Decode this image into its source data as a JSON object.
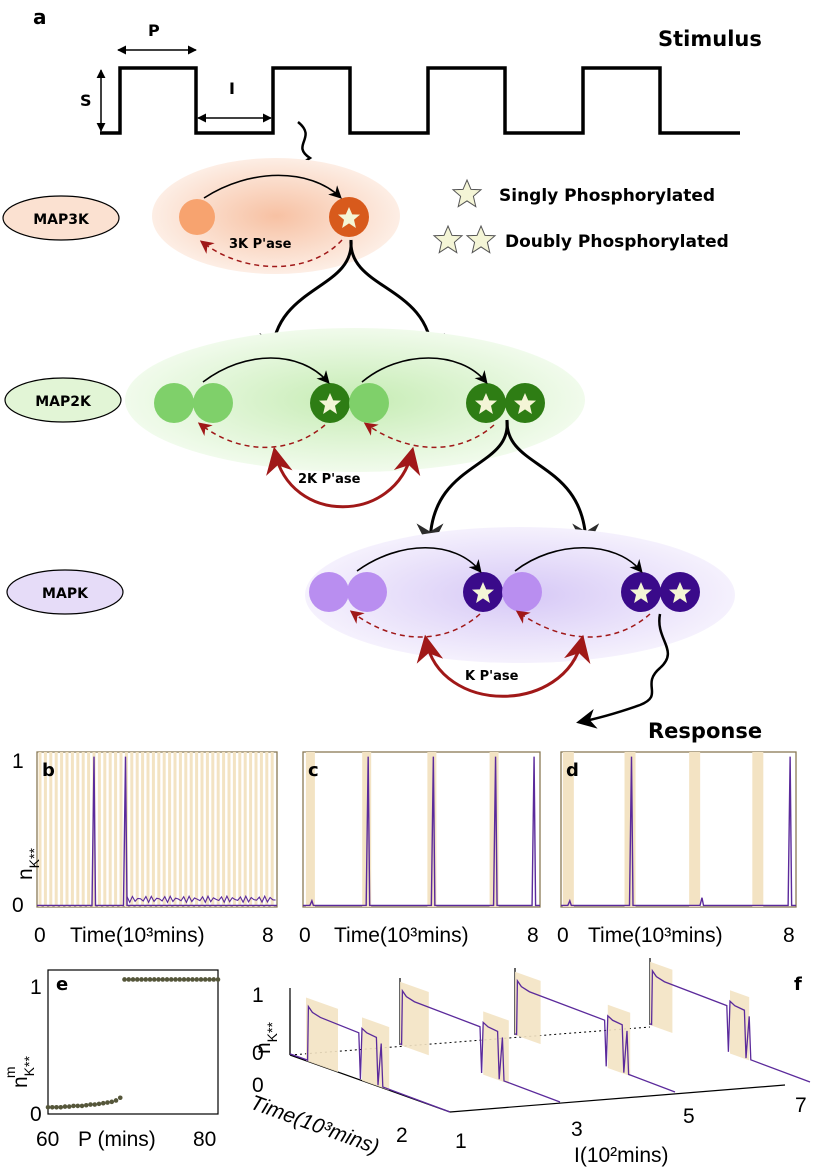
{
  "panel_a": {
    "label": "a",
    "stimulus_title": "Stimulus",
    "param_p": "P",
    "param_i": "I",
    "param_s": "S",
    "tiers": [
      {
        "name": "MAP3K",
        "color": "#f9dccb"
      },
      {
        "name": "MAP2K",
        "color": "#d9f2cc"
      },
      {
        "name": "MAPK",
        "color": "#e4dcf5"
      }
    ],
    "phosphatases": [
      "3K P'ase",
      "2K P'ase",
      "K P'ase"
    ],
    "legend": {
      "singly": "Singly Phosphorylated",
      "doubly": "Doubly Phosphorylated"
    },
    "response_label": "Response",
    "colors": {
      "map3k_light": "#f7a36f",
      "map3k_dark": "#d85a1c",
      "map2k_light": "#7fd06a",
      "map2k_dark": "#2e7d14",
      "mapk_light": "#b98ef0",
      "mapk_dark": "#3a0a8a",
      "dephos": "#a01818",
      "star": "#f4f5d6"
    }
  },
  "panel_b": {
    "label": "b",
    "ytick_top": "1",
    "ytick_bottom": "0",
    "xtick_left": "0",
    "xtick_right": "8",
    "xlabel": "Time(10³mins)"
  },
  "panel_c": {
    "label": "c",
    "xtick_left": "0",
    "xtick_right": "8",
    "xlabel": "Time(10³mins)"
  },
  "panel_d": {
    "label": "d",
    "xtick_left": "0",
    "xtick_right": "8",
    "xlabel": "Time(10³mins)"
  },
  "panel_e": {
    "label": "e",
    "ytick_top": "1",
    "ytick_bottom": "0",
    "xtick_left": "60",
    "xtick_right": "80",
    "xlabel": "P (mins)"
  },
  "panel_f": {
    "label": "f",
    "ytick_top": "1",
    "ytick_bottom": "0",
    "time_tick_0": "0",
    "time_tick_2": "2",
    "time_label": "Time(10³mins)",
    "i_ticks": [
      "1",
      "3",
      "5",
      "7"
    ],
    "i_label": "I(10²mins)"
  },
  "chart_data": [
    {
      "panel": "e",
      "type": "scatter",
      "xlabel": "P (mins)",
      "ylabel": "n^m_K**",
      "xlim": [
        60,
        80
      ],
      "ylim": [
        0,
        1
      ],
      "series": [
        {
          "values_x": [
            60,
            60.5,
            61,
            61.5,
            62,
            62.5,
            63,
            63.5,
            64,
            64.5,
            65,
            65.5,
            66,
            66.5,
            67,
            67.5,
            68,
            68.5,
            69,
            69.5,
            70,
            70.5,
            71,
            71.5,
            72,
            72.5,
            73,
            73.5,
            74,
            74.5,
            75,
            75.5,
            76,
            76.5,
            77,
            77.5,
            78,
            78.5,
            79,
            79.5,
            80
          ],
          "values_y": [
            0.02,
            0.02,
            0.02,
            0.02,
            0.025,
            0.025,
            0.03,
            0.03,
            0.03,
            0.035,
            0.04,
            0.04,
            0.045,
            0.05,
            0.055,
            0.06,
            0.07,
            0.09,
            0.96,
            0.96,
            0.96,
            0.96,
            0.96,
            0.96,
            0.96,
            0.96,
            0.96,
            0.96,
            0.96,
            0.96,
            0.96,
            0.96,
            0.96,
            0.96,
            0.96,
            0.96,
            0.96,
            0.96,
            0.96,
            0.96,
            0.96
          ]
        }
      ]
    },
    {
      "panel": "b",
      "type": "line",
      "xlabel": "Time(10³mins)",
      "ylabel": "n_K**",
      "xlim": [
        0,
        8
      ],
      "ylim": [
        0,
        1
      ],
      "spikes": [
        {
          "x": 1.9,
          "y": 0.97
        },
        {
          "x": 2.95,
          "y": 0.97
        }
      ]
    },
    {
      "panel": "c",
      "type": "line",
      "xlabel": "Time(10³mins)",
      "xlim": [
        0,
        8
      ],
      "ylim": [
        0,
        1
      ],
      "spikes": [
        {
          "x": 0.3,
          "y": 0.04
        },
        {
          "x": 2.2,
          "y": 0.97
        },
        {
          "x": 4.4,
          "y": 0.97
        },
        {
          "x": 6.5,
          "y": 0.97
        },
        {
          "x": 7.8,
          "y": 0.97
        }
      ]
    },
    {
      "panel": "d",
      "type": "line",
      "xlabel": "Time(10³mins)",
      "xlim": [
        0,
        8
      ],
      "ylim": [
        0,
        1
      ],
      "spikes": [
        {
          "x": 0.3,
          "y": 0.04
        },
        {
          "x": 2.4,
          "y": 0.97
        },
        {
          "x": 4.8,
          "y": 0.06
        },
        {
          "x": 7.8,
          "y": 0.97
        }
      ]
    }
  ]
}
